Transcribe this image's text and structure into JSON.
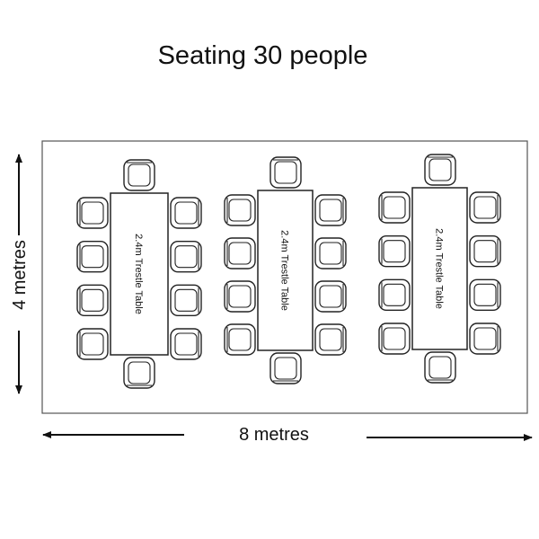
{
  "title": "Seating 30 people",
  "dimensions": {
    "width_label": "8 metres",
    "height_label": "4 metres"
  },
  "tables": [
    {
      "label": "2.4m Trestle Table",
      "chairs_per_long_side": 4,
      "chairs_per_end": 1
    },
    {
      "label": "2.4m Trestle Table",
      "chairs_per_long_side": 4,
      "chairs_per_end": 1
    },
    {
      "label": "2.4m Trestle Table",
      "chairs_per_long_side": 4,
      "chairs_per_end": 1
    }
  ],
  "colors": {
    "stroke": "#222222",
    "background": "#ffffff"
  }
}
